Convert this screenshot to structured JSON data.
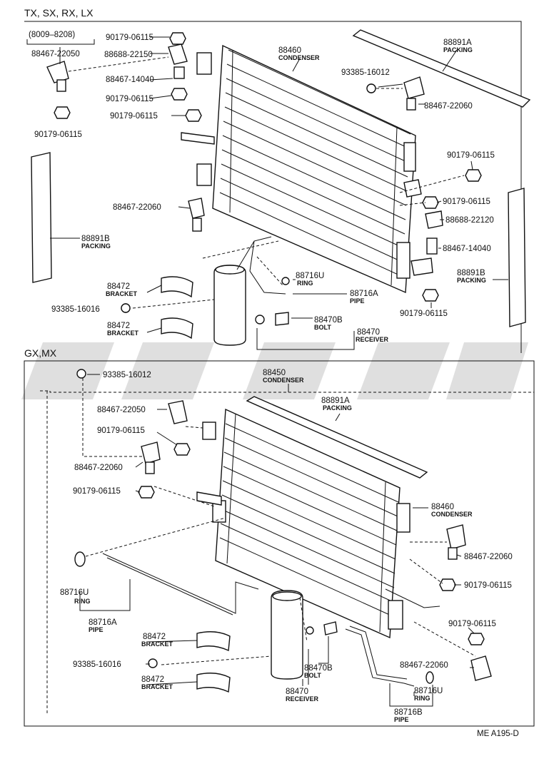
{
  "sections": {
    "top": "TX, SX, RX, LX",
    "top_date": "(8009–8208)",
    "bottom": "GX,MX"
  },
  "labels": {
    "t_88467_22050": "88467-22050",
    "t_90179_06115_a": "90179-06115",
    "t_90179_06115_b": "90179-06115",
    "t_88688_22150": "88688-22150",
    "t_88467_14040": "88467-14040",
    "t_90179_06115_c": "90179-06115",
    "t_90179_06115_d": "90179-06115",
    "t_88460": "88460",
    "t_88460_name": "CONDENSER",
    "t_88891A": "88891A",
    "t_88891A_name": "PACKING",
    "t_93385_16012": "93385-16012",
    "t_88467_22060_r": "88467-22060",
    "t_90179_06115_r1": "90179-06115",
    "t_90179_06115_r2": "90179-06115",
    "t_88688_22120": "88688-22120",
    "t_88467_14040_r": "88467-14040",
    "t_88891B_r": "88891B",
    "t_88891B_r_name": "PACKING",
    "t_90179_06115_r3": "90179-06115",
    "t_88467_22060_l": "88467-22060",
    "t_88891B_l": "88891B",
    "t_88891B_l_name": "PACKING",
    "t_88472_a": "88472",
    "t_88472_a_name": "BRACKET",
    "t_93385_16016": "93385-16016",
    "t_88472_b": "88472",
    "t_88472_b_name": "BRACKET",
    "t_88716U": "88716U",
    "t_88716U_name": "RING",
    "t_88716A": "88716A",
    "t_88716A_name": "PIPE",
    "t_88470B": "88470B",
    "t_88470B_name": "BOLT",
    "t_88470": "88470",
    "t_88470_name": "RECEIVER",
    "b_93385_16012": "93385-16012",
    "b_88450": "88450",
    "b_88450_name": "CONDENSER",
    "b_88891A": "88891A",
    "b_88891A_name": "PACKING",
    "b_88467_22050": "88467-22050",
    "b_90179_06115_a": "90179-06115",
    "b_88467_22060_a": "88467-22060",
    "b_90179_06115_b": "90179-06115",
    "b_88460": "88460",
    "b_88460_name": "CONDENSER",
    "b_88467_22060_r": "88467-22060",
    "b_90179_06115_r": "90179-06115",
    "b_88716U_l": "88716U",
    "b_88716U_l_name": "RING",
    "b_88716A": "88716A",
    "b_88716A_name": "PIPE",
    "b_90179_06115_r2": "90179-06115",
    "b_88472_a": "88472",
    "b_88472_a_name": "BRACKET",
    "b_88467_22060_b": "88467-22060",
    "b_93385_16016": "93385-16016",
    "b_88470B": "88470B",
    "b_88470B_name": "BOLT",
    "b_88472_b": "88472",
    "b_88472_b_name": "BRACKET",
    "b_88716U_r": "88716U",
    "b_88716U_r_name": "RING",
    "b_88470": "88470",
    "b_88470_name": "RECEIVER",
    "b_88716B": "88716B",
    "b_88716B_name": "PIPE"
  },
  "footer": {
    "ref": "ME A195-D"
  }
}
